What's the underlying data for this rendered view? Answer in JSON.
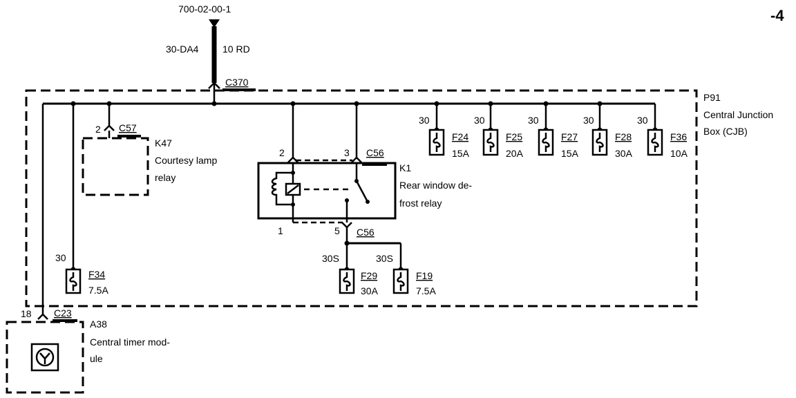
{
  "page_ref": "-4",
  "top_connector": "700-02-00-1",
  "main_wire": {
    "circuit": "30-DA4",
    "gauge_color": "10 RD"
  },
  "connectors": {
    "c370": "C370",
    "c57": "C57",
    "c56_top": "C56",
    "c56_bottom": "C56",
    "c23": "C23"
  },
  "cjb": {
    "id": "P91",
    "name_line1": "Central Junction",
    "name_line2": "Box (CJB)"
  },
  "k47": {
    "id": "K47",
    "pin": "2",
    "name_line1": "Courtesy lamp",
    "name_line2": "relay"
  },
  "k1": {
    "id": "K1",
    "name_line1": "Rear window de-",
    "name_line2": "frost relay",
    "pin_top_left": "2",
    "pin_top_right": "3",
    "pin_bottom_left": "1",
    "pin_bottom_right": "5"
  },
  "a38": {
    "id": "A38",
    "pin": "18",
    "name_line1": "Central timer mod-",
    "name_line2": "ule"
  },
  "fuses_top": [
    {
      "terminal": "30",
      "name": "F24",
      "rating": "15A"
    },
    {
      "terminal": "30",
      "name": "F25",
      "rating": "20A"
    },
    {
      "terminal": "30",
      "name": "F27",
      "rating": "15A"
    },
    {
      "terminal": "30",
      "name": "F28",
      "rating": "30A"
    },
    {
      "terminal": "30",
      "name": "F36",
      "rating": "10A"
    }
  ],
  "fuse_f34": {
    "terminal": "30",
    "name": "F34",
    "rating": "7.5A"
  },
  "fuse_f29": {
    "terminal": "30S",
    "name": "F29",
    "rating": "30A"
  },
  "fuse_f19": {
    "terminal": "30S",
    "name": "F19",
    "rating": "7.5A"
  }
}
